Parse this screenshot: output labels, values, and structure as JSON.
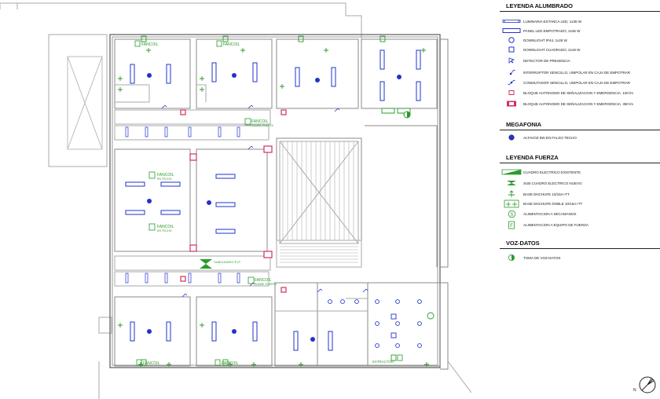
{
  "legend": {
    "lighting": {
      "title": "LEYENDA ALUMBRADO",
      "items": [
        {
          "icon": "led-batten-icon",
          "label": "LUMINARIA ESTANCA LED,  1x36 W"
        },
        {
          "icon": "led-panel-icon",
          "label": "PANEL LED EMPOTRADO,  2x36 W"
        },
        {
          "icon": "downlight-round-icon",
          "label": "DOWNLIGHT  IP44, 1x26 W"
        },
        {
          "icon": "downlight-square-icon",
          "label": "DOWNLIGHT CUADRADO, 2x18 W"
        },
        {
          "icon": "presence-detector-icon",
          "label": "DETECTOR DE PRESENCIA"
        },
        {
          "icon": "switch-icon",
          "label": "INTERRUPTOR SENCILLO, UNIPOLAR EN CAJA DE EMPOTRAR"
        },
        {
          "icon": "commutator-icon",
          "label": "CONMUTADOR SENCILLO, UNIPOLAR EN CAJA DE EMPOTRAR"
        },
        {
          "icon": "emergency-100-icon",
          "label": "BLOQUE AUTONOMO DE SEÑALIZACION Y EMERGENCIA. 100 lm"
        },
        {
          "icon": "emergency-350-icon",
          "label": "BLOQUE AUTONOMO DE SEÑALIZACION Y EMERGENCIA. 350 lm"
        }
      ]
    },
    "pa": {
      "title": "MEGAFONIA",
      "items": [
        {
          "icon": "speaker-icon",
          "label": "ALTAVOZ 6W EN FALSO TECHO"
        }
      ]
    },
    "power": {
      "title": "LEYENDA FUERZA",
      "items": [
        {
          "icon": "main-panel-icon",
          "label": "CUADRO ELECTRICO EXISTENTE"
        },
        {
          "icon": "sub-panel-icon",
          "label": "SUB CUADRO ELECTRICO NUEVO"
        },
        {
          "icon": "socket-icon",
          "label": "BASE ENCHUFE  10/16A+TT"
        },
        {
          "icon": "double-socket-icon",
          "label": "BASE ENCHUFE DOBLE 10/16A+TT"
        },
        {
          "icon": "hand-dryer-icon",
          "label": "ALIMENTACION A SECAMANOS"
        },
        {
          "icon": "equipment-feed-icon",
          "label": "ALIMENTACION A EQUIPO DE FUERZA"
        }
      ]
    },
    "data": {
      "title": "VOZ-DATOS",
      "items": [
        {
          "icon": "data-outlet-icon",
          "label": "TOMA DE VOZ-DATOS"
        }
      ]
    }
  },
  "plan": {
    "tags": [
      {
        "kind": "fancoil",
        "text": "FANCOIL"
      },
      {
        "kind": "fancoil",
        "text": "FANCOIL"
      },
      {
        "kind": "fancoil-ceiling",
        "text": "FANCOIL",
        "sub": "EN TECHO"
      },
      {
        "kind": "fancoil-ceiling",
        "text": "FANCOIL",
        "sub": "EN TECHO"
      },
      {
        "kind": "fancoil-door",
        "text": "FANCOIL",
        "sub": "SOBRE PUERTA"
      },
      {
        "kind": "fancoil-door",
        "text": "FANCOIL",
        "sub": "SOBRE PUERTA"
      },
      {
        "kind": "fancoil",
        "text": "FANCOIL"
      },
      {
        "kind": "fancoil",
        "text": "FANCOIL"
      },
      {
        "kind": "subpanel",
        "text": "SUBCUADRO P.1ª"
      },
      {
        "kind": "extractor",
        "text": "EXTRACTOR"
      }
    ]
  },
  "north_label": "N",
  "colors": {
    "wall": "#8a8a8a",
    "light_blue": "#2233cc",
    "power_green": "#2a9a2a",
    "emergency_red": "#d0305a",
    "text": "#222222"
  }
}
